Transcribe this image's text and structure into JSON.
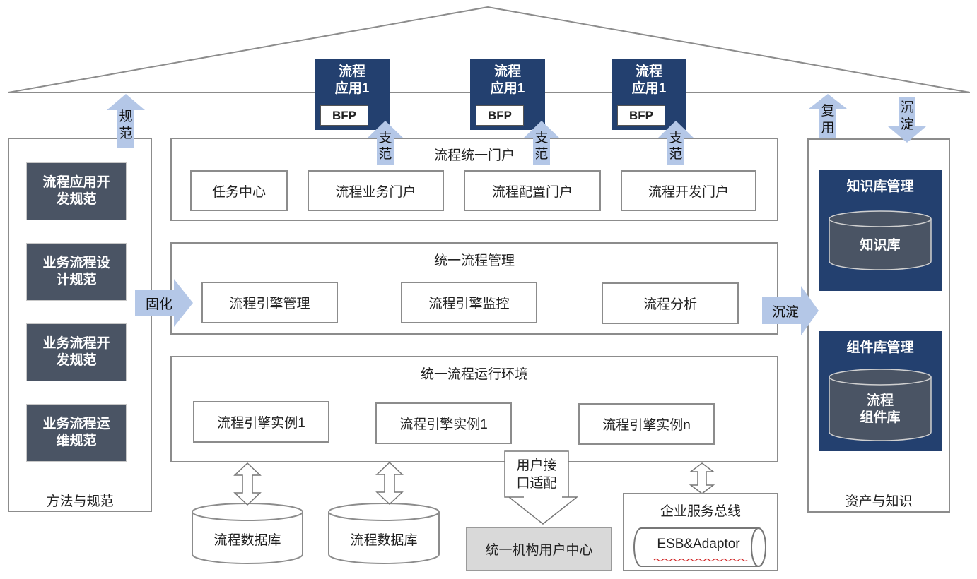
{
  "apps": [
    {
      "title": "流程\n应用1",
      "bfp": "BFP"
    },
    {
      "title": "流程\n应用1",
      "bfp": "BFP"
    },
    {
      "title": "流程\n应用1",
      "bfp": "BFP"
    }
  ],
  "support_label": "支\n范",
  "left_panel": {
    "title": "方法与规范",
    "items": [
      "流程应用开\n发规范",
      "业务流程设\n计规范",
      "业务流程开\n发规范",
      "业务流程运\n维规范"
    ],
    "top_arrow": "规\n范",
    "right_arrow": "固化"
  },
  "portal": {
    "title": "流程统一门户",
    "items": [
      "任务中心",
      "流程业务门户",
      "流程配置门户",
      "流程开发门户"
    ]
  },
  "management": {
    "title": "统一流程管理",
    "items": [
      "流程引擎管理",
      "流程引擎监控",
      "流程分析"
    ]
  },
  "runtime": {
    "title": "统一流程运行环境",
    "items": [
      "流程引擎实例1",
      "流程引擎实例1",
      "流程引擎实例n"
    ]
  },
  "databases": [
    "流程数据库",
    "流程数据库"
  ],
  "user_adapter": "用户接\n口适配",
  "user_center": "统一机构用户中心",
  "esb": {
    "title": "企业服务总线",
    "label": "ESB&Adaptor"
  },
  "right_panel": {
    "title": "资产与知识",
    "knowledge": {
      "title": "知识库管理",
      "db": "知识库"
    },
    "component": {
      "title": "组件库管理",
      "db": "流程\n组件库"
    },
    "reuse_arrow": "复\n用",
    "deposit_arrow_top": "沉\n淀",
    "deposit_arrow_side": "沉淀"
  },
  "colors": {
    "navy": "#23406f",
    "slate": "#4a5464",
    "arrow": "#b4c7e7",
    "border": "#8c8c8c",
    "gray": "#d9d9d9"
  }
}
